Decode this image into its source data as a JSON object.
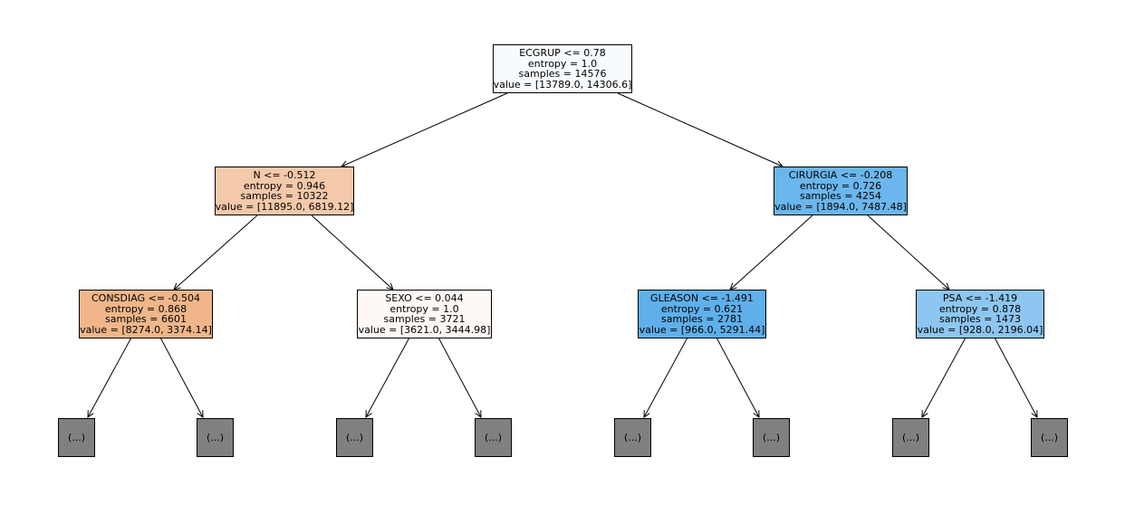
{
  "nodes": {
    "root": {
      "lines": [
        "ECGRUP <= 0.78",
        "entropy = 1.0",
        "samples = 14576",
        "value = [13789.0, 14306.6]"
      ],
      "fill": "#f8fbfe"
    },
    "n_left": {
      "lines": [
        "N <= -0.512",
        "entropy = 0.946",
        "samples = 10322",
        "value = [11895.0, 6819.12]"
      ],
      "fill": "#f4c9aa"
    },
    "n_right": {
      "lines": [
        "CIRURGIA <= -0.208",
        "entropy = 0.726",
        "samples = 4254",
        "value = [1894.0, 7487.48]"
      ],
      "fill": "#6bb6ec"
    },
    "n_ll": {
      "lines": [
        "CONSDIAG <= -0.504",
        "entropy = 0.868",
        "samples = 6601",
        "value = [8274.0, 3374.14]"
      ],
      "fill": "#f0b68a"
    },
    "n_lr": {
      "lines": [
        "SEXO <= 0.044",
        "entropy = 1.0",
        "samples = 3721",
        "value = [3621.0, 3444.98]"
      ],
      "fill": "#fef9f6"
    },
    "n_rl": {
      "lines": [
        "GLEASON <= -1.491",
        "entropy = 0.621",
        "samples = 2781",
        "value = [966.0, 5291.44]"
      ],
      "fill": "#5eafea"
    },
    "n_rr": {
      "lines": [
        "PSA <= -1.419",
        "entropy = 0.878",
        "samples = 1473",
        "value = [928.0, 2196.04]"
      ],
      "fill": "#8dc6f0"
    }
  },
  "leaf_label": "(...)",
  "leaf_fill": "#808080"
}
